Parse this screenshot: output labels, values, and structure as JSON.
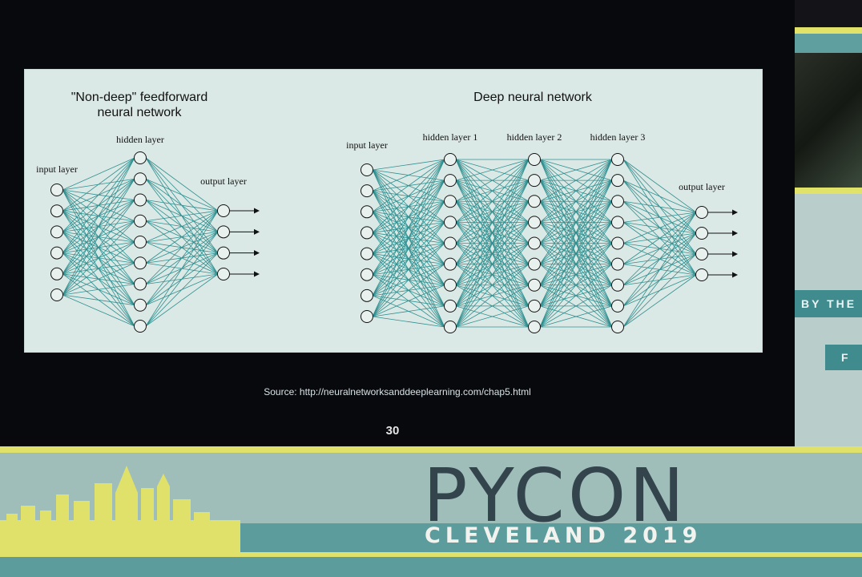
{
  "slide": {
    "source_text": "Source: http://neuralnetworksanddeeplearning.com/chap5.html",
    "page_number": "30"
  },
  "figure": {
    "shallow": {
      "title_line1": "\"Non-deep\" feedforward",
      "title_line2": "neural network",
      "input_label": "input layer",
      "hidden_label": "hidden layer",
      "output_label": "output layer",
      "layer_sizes": [
        6,
        9,
        4
      ]
    },
    "deep": {
      "title": "Deep neural network",
      "input_label": "input layer",
      "hidden1_label": "hidden layer 1",
      "hidden2_label": "hidden layer 2",
      "hidden3_label": "hidden layer 3",
      "output_label": "output layer",
      "layer_sizes": [
        8,
        9,
        9,
        9,
        4
      ]
    },
    "colors": {
      "edge": "#2f8f8f",
      "node_fill": "#e9f1ef",
      "node_stroke": "#111111",
      "background": "#dbe9e6"
    }
  },
  "side_panel": {
    "band_text": "BY THE",
    "chip_text": "F"
  },
  "banner": {
    "title": "PYCON",
    "subtitle": "CLEVELAND 2019"
  }
}
